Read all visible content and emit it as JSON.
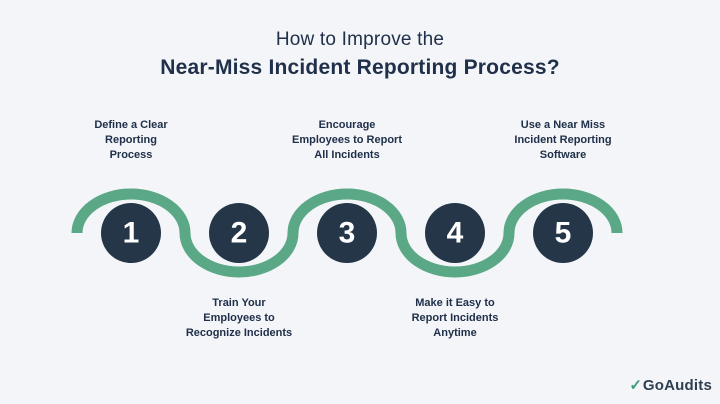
{
  "colors": {
    "background": "#F3F5F8",
    "accent_green": "#5BA886",
    "circle_navy": "#243647",
    "text_navy": "#20304A",
    "number_white": "#FFFFFF",
    "logo_check_green": "#3E9B77",
    "logo_text": "#2E3F51"
  },
  "title": {
    "line1": "How to Improve the",
    "line2": "Near-Miss Incident Reporting Process?"
  },
  "steps": [
    {
      "number": "1",
      "label": "Define a Clear\nReporting\nProcess"
    },
    {
      "number": "2",
      "label": "Train Your\nEmployees to\nRecognize Incidents"
    },
    {
      "number": "3",
      "label": "Encourage\nEmployees to Report\nAll Incidents"
    },
    {
      "number": "4",
      "label": "Make it Easy to\nReport Incidents\nAnytime"
    },
    {
      "number": "5",
      "label": "Use a Near Miss\nIncident Reporting\nSoftware"
    }
  ],
  "logo": {
    "checkmark": "✓",
    "text": "GoAudits"
  }
}
